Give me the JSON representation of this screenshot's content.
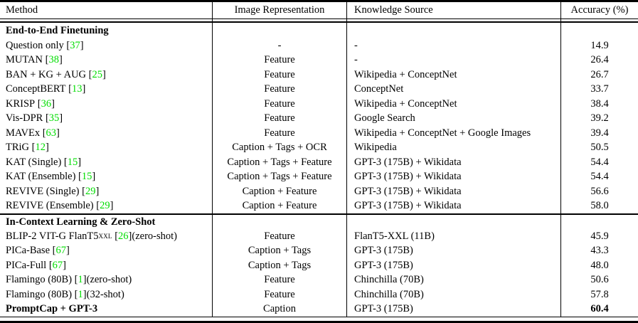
{
  "table": {
    "columns": [
      "Method",
      "Image Representation",
      "Knowledge Source",
      "Accuracy (%)"
    ],
    "citation_color": "#00dd00",
    "text_color": "#000000",
    "rule_color": "#000000",
    "sections": [
      {
        "header": "End-to-End Finetuning",
        "rows": [
          {
            "method": "Question only",
            "method_sub": "",
            "cite": "37",
            "suffix": "",
            "image_repr": "-",
            "knowledge": "-",
            "accuracy": "14.9",
            "bold": false
          },
          {
            "method": "MUTAN",
            "method_sub": "",
            "cite": "38",
            "suffix": "",
            "image_repr": "Feature",
            "knowledge": "-",
            "accuracy": "26.4",
            "bold": false
          },
          {
            "method": "BAN + KG + AUG",
            "method_sub": "",
            "cite": "25",
            "suffix": "",
            "image_repr": "Feature",
            "knowledge": "Wikipedia + ConceptNet",
            "accuracy": "26.7",
            "bold": false
          },
          {
            "method": "ConceptBERT",
            "method_sub": "",
            "cite": "13",
            "suffix": "",
            "image_repr": "Feature",
            "knowledge": "ConceptNet",
            "accuracy": "33.7",
            "bold": false
          },
          {
            "method": "KRISP",
            "method_sub": "",
            "cite": "36",
            "suffix": "",
            "image_repr": "Feature",
            "knowledge": "Wikipedia + ConceptNet",
            "accuracy": "38.4",
            "bold": false
          },
          {
            "method": "Vis-DPR",
            "method_sub": "",
            "cite": "35",
            "suffix": "",
            "image_repr": "Feature",
            "knowledge": "Google Search",
            "accuracy": "39.2",
            "bold": false
          },
          {
            "method": "MAVEx",
            "method_sub": "",
            "cite": "63",
            "suffix": "",
            "image_repr": "Feature",
            "knowledge": "Wikipedia + ConceptNet + Google Images",
            "accuracy": "39.4",
            "bold": false
          },
          {
            "method": "TRiG",
            "method_sub": "",
            "cite": "12",
            "suffix": "",
            "image_repr": "Caption + Tags + OCR",
            "knowledge": "Wikipedia",
            "accuracy": "50.5",
            "bold": false
          },
          {
            "method": "KAT (Single)",
            "method_sub": "",
            "cite": "15",
            "suffix": "",
            "image_repr": "Caption + Tags + Feature",
            "knowledge": "GPT-3 (175B) + Wikidata",
            "accuracy": "54.4",
            "bold": false
          },
          {
            "method": "KAT (Ensemble)",
            "method_sub": "",
            "cite": "15",
            "suffix": "",
            "image_repr": "Caption + Tags + Feature",
            "knowledge": "GPT-3 (175B) + Wikidata",
            "accuracy": "54.4",
            "bold": false
          },
          {
            "method": "REVIVE (Single)",
            "method_sub": "",
            "cite": "29",
            "suffix": "",
            "image_repr": "Caption + Feature",
            "knowledge": "GPT-3 (175B) + Wikidata",
            "accuracy": "56.6",
            "bold": false
          },
          {
            "method": "REVIVE (Ensemble)",
            "method_sub": "",
            "cite": "29",
            "suffix": "",
            "image_repr": "Caption + Feature",
            "knowledge": "GPT-3 (175B) + Wikidata",
            "accuracy": "58.0",
            "bold": false
          }
        ]
      },
      {
        "header": "In-Context Learning & Zero-Shot",
        "rows": [
          {
            "method": "BLIP-2 VIT-G FlanT5",
            "method_sub": "XXL",
            "cite": "26",
            "suffix": " (zero-shot)",
            "image_repr": "Feature",
            "knowledge": "FlanT5-XXL (11B)",
            "accuracy": "45.9",
            "bold": false
          },
          {
            "method": "PICa-Base",
            "method_sub": "",
            "cite": "67",
            "suffix": "",
            "image_repr": "Caption + Tags",
            "knowledge": "GPT-3 (175B)",
            "accuracy": "43.3",
            "bold": false
          },
          {
            "method": "PICa-Full",
            "method_sub": "",
            "cite": "67",
            "suffix": "",
            "image_repr": "Caption + Tags",
            "knowledge": "GPT-3 (175B)",
            "accuracy": "48.0",
            "bold": false
          },
          {
            "method": "Flamingo (80B)",
            "method_sub": "",
            "cite": "1",
            "suffix": " (zero-shot)",
            "image_repr": "Feature",
            "knowledge": "Chinchilla (70B)",
            "accuracy": "50.6",
            "bold": false
          },
          {
            "method": "Flamingo (80B)",
            "method_sub": "",
            "cite": "1",
            "suffix": " (32-shot)",
            "image_repr": "Feature",
            "knowledge": "Chinchilla (70B)",
            "accuracy": "57.8",
            "bold": false
          },
          {
            "method": "PromptCap + GPT-3",
            "method_sub": "",
            "cite": "",
            "suffix": "",
            "image_repr": "Caption",
            "knowledge": "GPT-3 (175B)",
            "accuracy": "60.4",
            "bold": true
          }
        ]
      }
    ]
  }
}
